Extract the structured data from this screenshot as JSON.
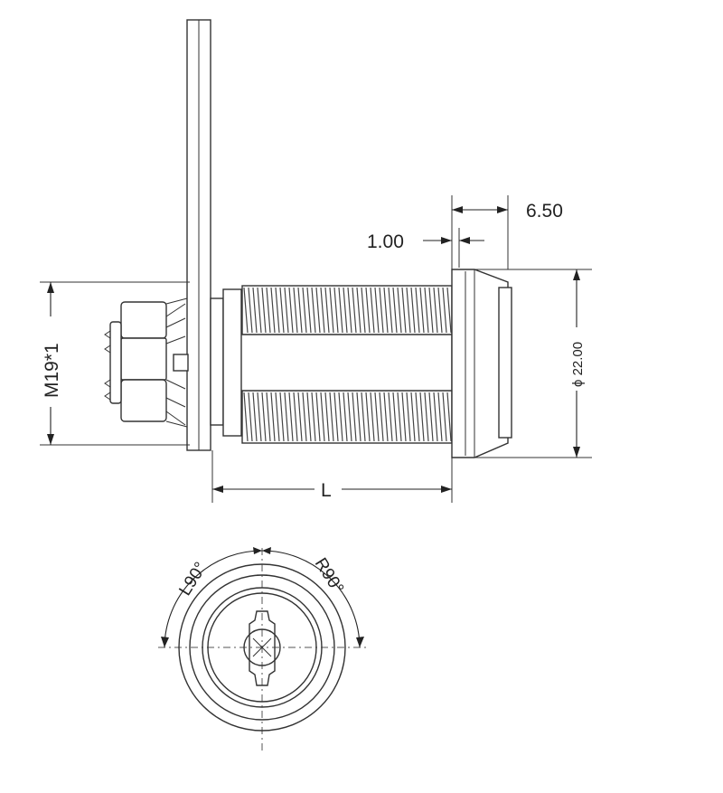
{
  "side_view": {
    "dimensions": {
      "top_small": "6.50",
      "flange": "1.00",
      "thread_size": "M19*1",
      "head_diameter": "ϕ 22.00",
      "length": "L"
    }
  },
  "front_view": {
    "rotation_left": "L90°",
    "rotation_right": "R90°"
  }
}
